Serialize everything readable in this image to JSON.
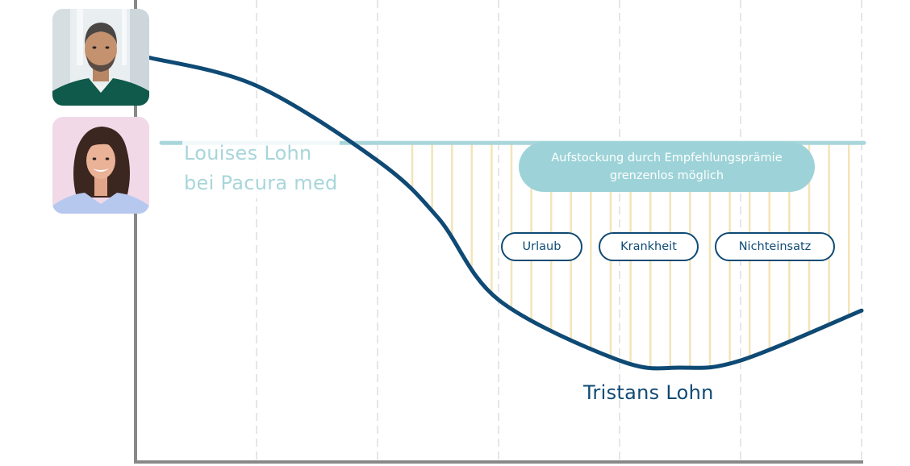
{
  "chart_data": {
    "type": "line",
    "title": "",
    "xlabel": "",
    "ylabel": "",
    "grid": "vertical dashed",
    "x_ticks": [],
    "y_ticks": [],
    "x_range": [
      0,
      6
    ],
    "y_range": [
      0,
      10
    ],
    "series": [
      {
        "name": "Tristans Lohn",
        "label": "Tristans Lohn",
        "color": "#0f4a75",
        "style": "curve",
        "x": [
          0.1,
          1.0,
          2.0,
          2.5,
          3.0,
          4.0,
          4.5,
          5.0,
          6.0
        ],
        "y": [
          9.5,
          8.7,
          6.6,
          5.0,
          2.7,
          1.0,
          0.8,
          1.0,
          2.4
        ]
      },
      {
        "name": "Louises Lohn bei Pacura med",
        "label_lines": [
          "Louises Lohn",
          "bei Pacura med"
        ],
        "color": "#a8d6da",
        "style": "flat",
        "x": [
          0.1,
          6.0
        ],
        "y": [
          7.1,
          7.1
        ]
      }
    ],
    "shaded_gap": {
      "description": "Difference between Louise's constant salary and Tristan's reduced salary",
      "from_x": 2.28,
      "to_x": 6.0,
      "color": "#f3e4b8",
      "pattern": "vertical-stripes"
    },
    "annotations": [
      {
        "id": "bonus",
        "lines": [
          "Aufstockung durch Empfehlungsprämie",
          "grenzenlos möglich"
        ],
        "color": "#9dd3d8"
      },
      {
        "id": "urlaub",
        "text": "Urlaub"
      },
      {
        "id": "krankheit",
        "text": "Krankheit"
      },
      {
        "id": "nichteinsatz",
        "text": "Nichteinsatz"
      }
    ]
  },
  "people": {
    "tristan": {
      "role": "avatar",
      "description": "man in green scrubs"
    },
    "louise": {
      "role": "avatar",
      "description": "smiling woman in light blue top"
    }
  },
  "labels": {
    "louise_line1": "Louises Lohn",
    "louise_line2": "bei Pacura med",
    "bonus_line1": "Aufstockung durch Empfehlungsprämie",
    "bonus_line2": "grenzenlos möglich",
    "chip_urlaub": "Urlaub",
    "chip_krankheit": "Krankheit",
    "chip_nichteinsatz": "Nichteinsatz",
    "tristan": "Tristans Lohn"
  },
  "colors": {
    "axis": "#888888",
    "grid": "#e6e6e6",
    "tristan": "#0f4a75",
    "louise": "#a8d6da",
    "bonus_pill": "#9dd3d8",
    "stripes": "#f3e4b8"
  }
}
